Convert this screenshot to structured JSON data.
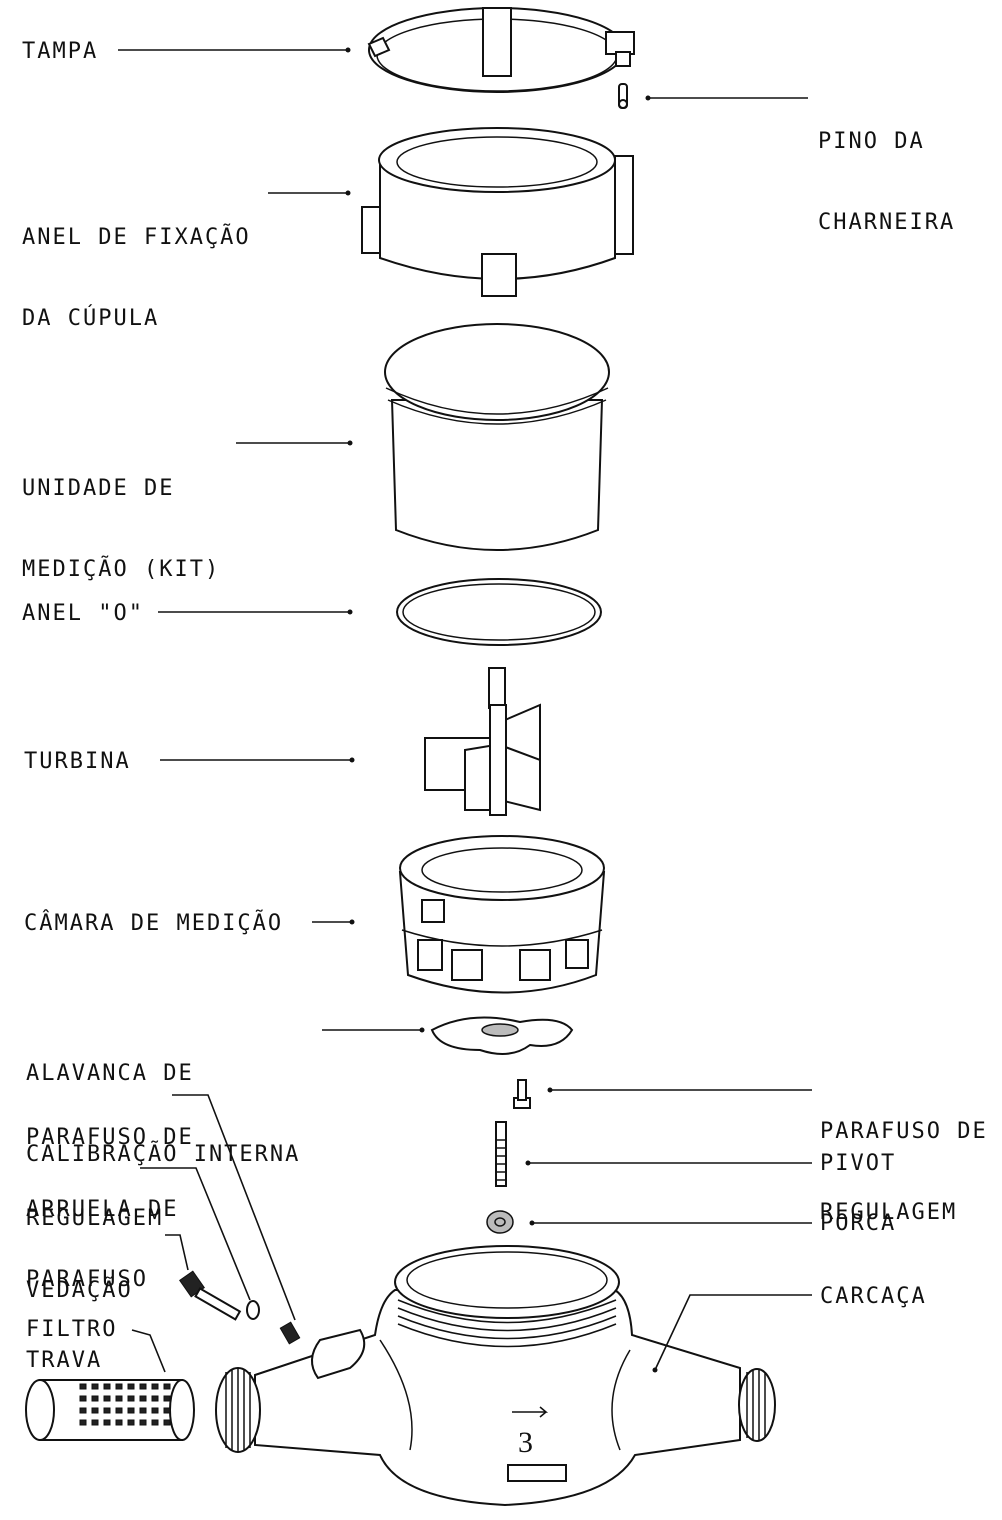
{
  "labels": {
    "tampa": "TAMPA",
    "pino_charneira": [
      "PINO DA",
      "CHARNEIRA"
    ],
    "anel_fixacao": [
      "ANEL DE FIXAÇÃO",
      "DA CÚPULA"
    ],
    "unidade_medicao": [
      "UNIDADE DE",
      "MEDIÇÃO (KIT)"
    ],
    "anel_o": "ANEL \"O\"",
    "turbina": "TURBINA",
    "camara_medicao": "CÂMARA DE MEDIÇÃO",
    "alavanca_calibracao": [
      "ALAVANCA DE",
      "CALIBRAÇÃO INTERNA"
    ],
    "parafuso_regulagem_left": [
      "PARAFUSO DE",
      "REGULAGEM"
    ],
    "arruela_vedacao": [
      "ARRUELA DE",
      "VEDAÇÃO"
    ],
    "parafuso_trava": [
      "PARAFUSO",
      "TRAVA"
    ],
    "filtro": "FILTRO",
    "parafuso_regulagem_right": [
      "PARAFUSO DE",
      "REGULAGEM"
    ],
    "pivot": "PIVOT",
    "porca": "PORCA",
    "carcaca": "CARCAÇA"
  },
  "body_marking": "3"
}
